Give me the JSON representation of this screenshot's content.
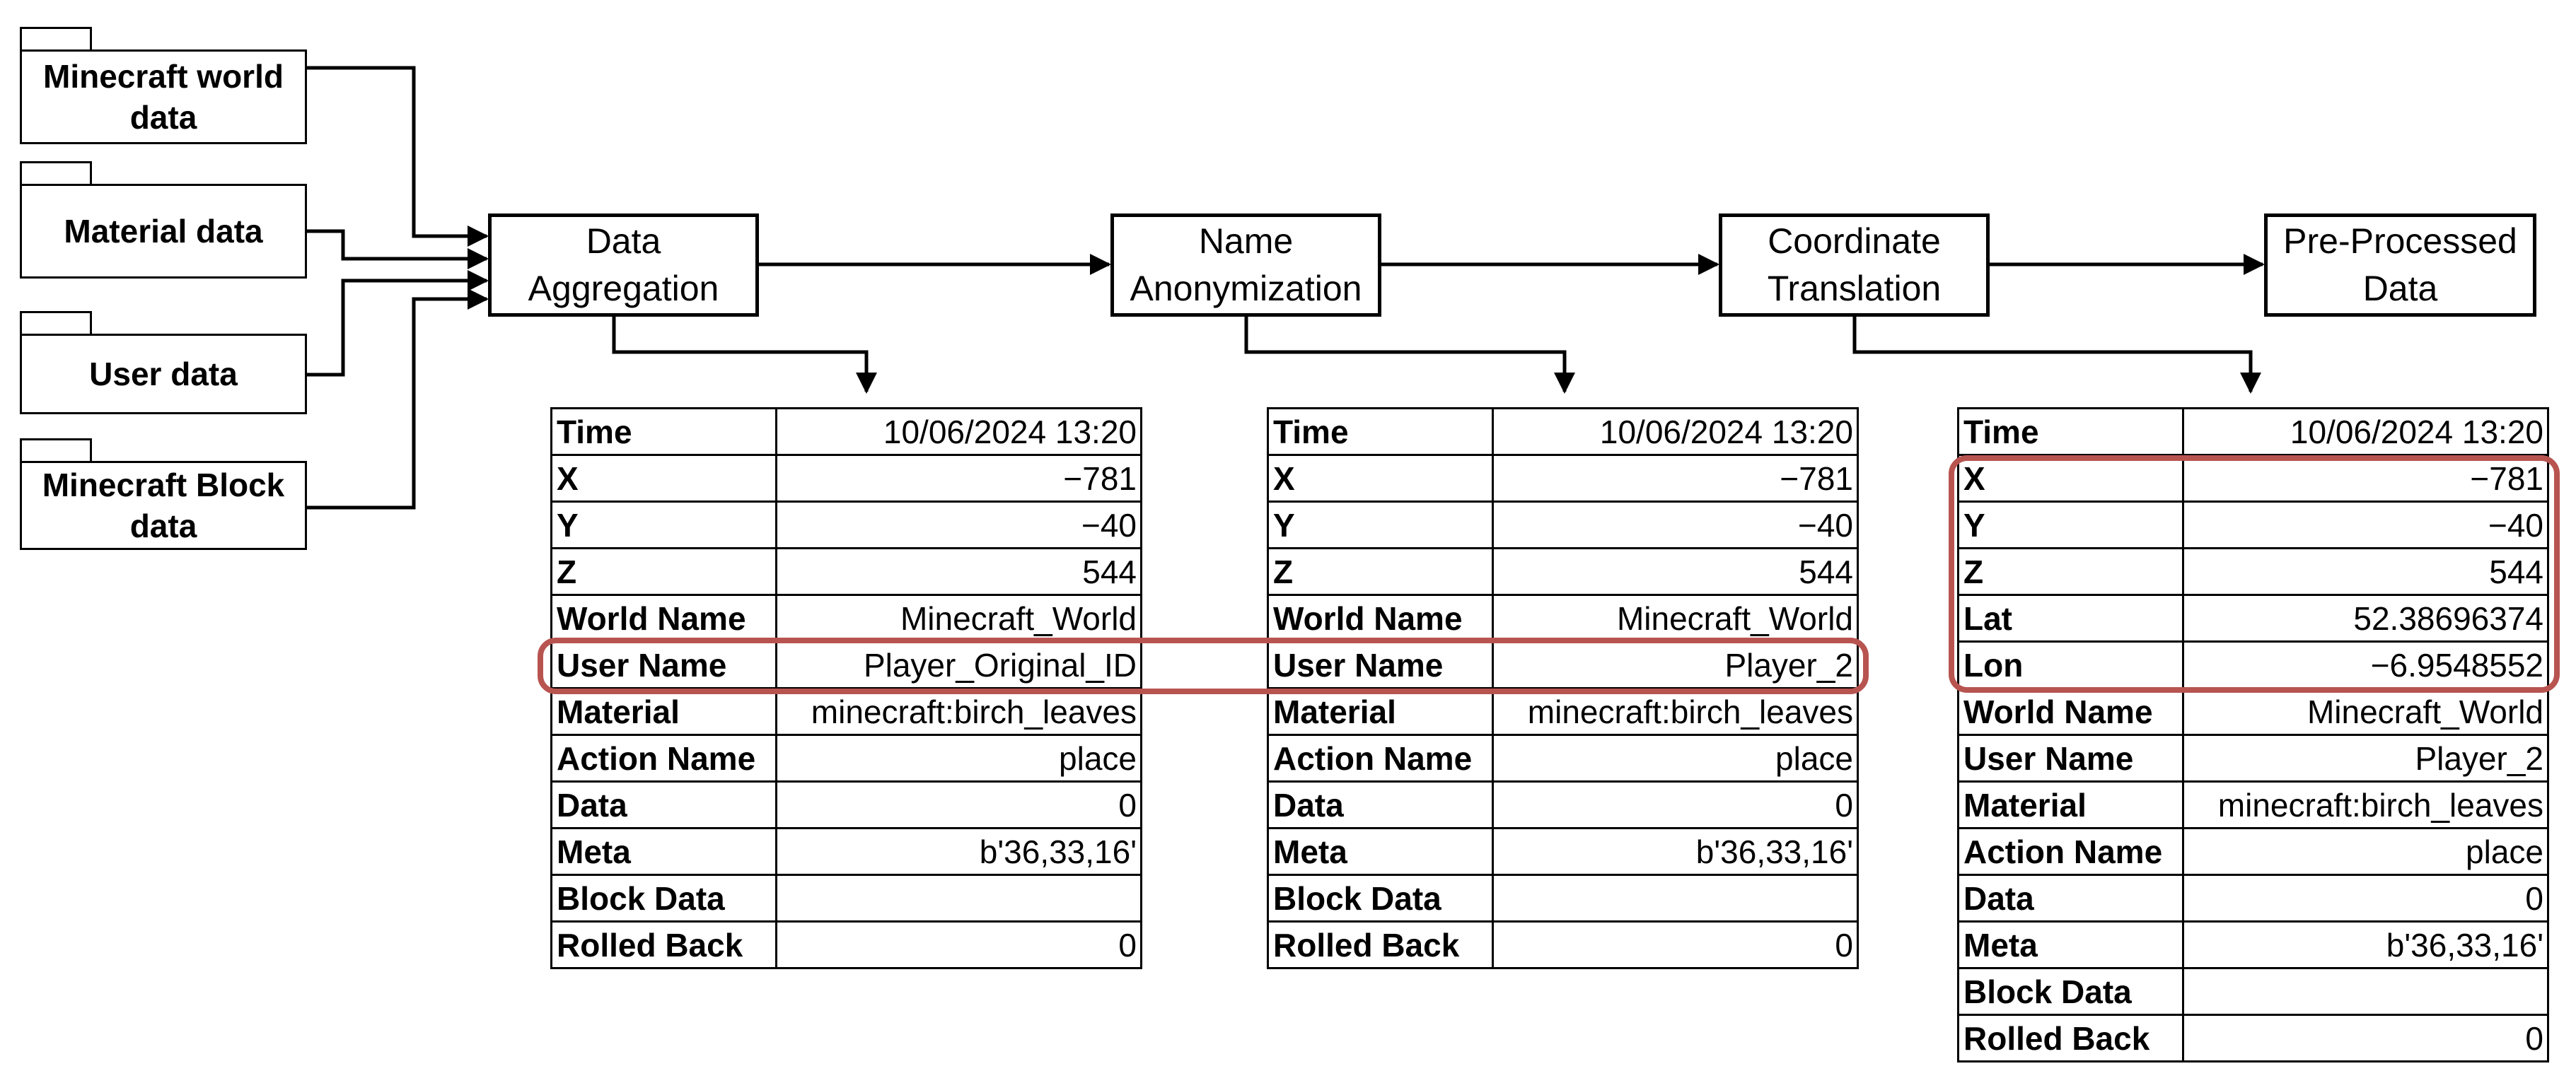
{
  "sources": [
    {
      "label": "Minecraft world data"
    },
    {
      "label": "Material data"
    },
    {
      "label": "User data"
    },
    {
      "label": "Minecraft Block data"
    }
  ],
  "steps": [
    {
      "label": "Data Aggregation"
    },
    {
      "label": "Name Anonymization"
    },
    {
      "label": "Coordinate Translation"
    },
    {
      "label": "Pre-Processed Data"
    }
  ],
  "tables": [
    {
      "rows": [
        {
          "key": "Time",
          "value": "10/06/2024 13:20"
        },
        {
          "key": "X",
          "value": "−781"
        },
        {
          "key": "Y",
          "value": "−40"
        },
        {
          "key": "Z",
          "value": "544"
        },
        {
          "key": "World Name",
          "value": "Minecraft_World"
        },
        {
          "key": "User Name",
          "value": "Player_Original_ID"
        },
        {
          "key": "Material",
          "value": "minecraft:birch_leaves"
        },
        {
          "key": "Action Name",
          "value": "place"
        },
        {
          "key": "Data",
          "value": "0"
        },
        {
          "key": "Meta",
          "value": "b'36,33,16'"
        },
        {
          "key": "Block Data",
          "value": ""
        },
        {
          "key": "Rolled Back",
          "value": "0"
        }
      ]
    },
    {
      "rows": [
        {
          "key": "Time",
          "value": "10/06/2024 13:20"
        },
        {
          "key": "X",
          "value": "−781"
        },
        {
          "key": "Y",
          "value": "−40"
        },
        {
          "key": "Z",
          "value": "544"
        },
        {
          "key": "World Name",
          "value": "Minecraft_World"
        },
        {
          "key": "User Name",
          "value": "Player_2"
        },
        {
          "key": "Material",
          "value": "minecraft:birch_leaves"
        },
        {
          "key": "Action Name",
          "value": "place"
        },
        {
          "key": "Data",
          "value": "0"
        },
        {
          "key": "Meta",
          "value": "b'36,33,16'"
        },
        {
          "key": "Block Data",
          "value": ""
        },
        {
          "key": "Rolled Back",
          "value": "0"
        }
      ]
    },
    {
      "rows": [
        {
          "key": "Time",
          "value": "10/06/2024 13:20"
        },
        {
          "key": "X",
          "value": "−781"
        },
        {
          "key": "Y",
          "value": "−40"
        },
        {
          "key": "Z",
          "value": "544"
        },
        {
          "key": "Lat",
          "value": "52.38696374"
        },
        {
          "key": "Lon",
          "value": "−6.9548552"
        },
        {
          "key": "World Name",
          "value": "Minecraft_World"
        },
        {
          "key": "User Name",
          "value": "Player_2"
        },
        {
          "key": "Material",
          "value": "minecraft:birch_leaves"
        },
        {
          "key": "Action Name",
          "value": "place"
        },
        {
          "key": "Data",
          "value": "0"
        },
        {
          "key": "Meta",
          "value": "b'36,33,16'"
        },
        {
          "key": "Block Data",
          "value": ""
        },
        {
          "key": "Rolled Back",
          "value": "0"
        }
      ]
    }
  ],
  "colors": {
    "highlight": "#b85450",
    "stroke": "#000000"
  }
}
